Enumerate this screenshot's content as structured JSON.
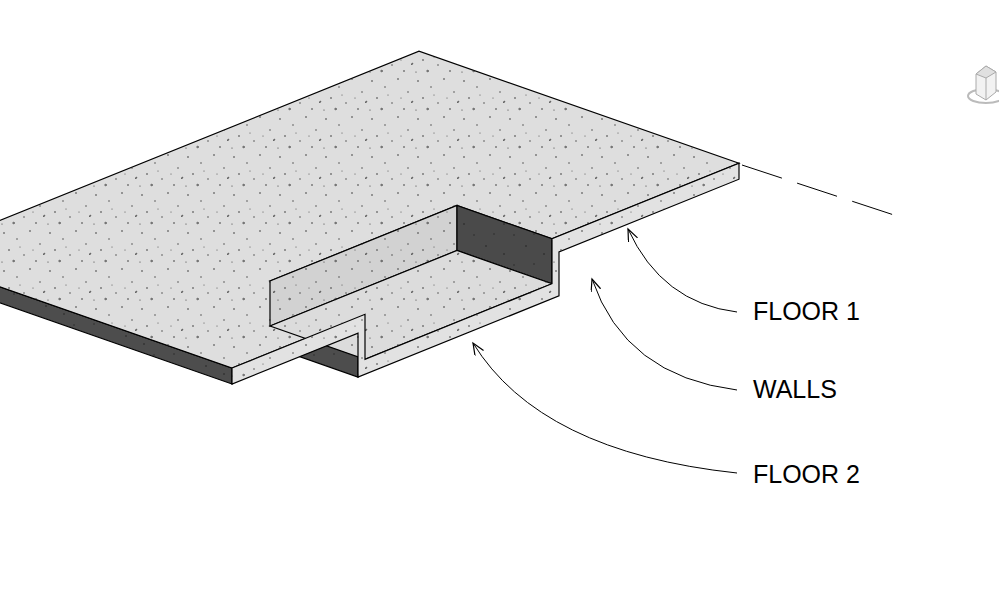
{
  "diagram": {
    "labels": [
      "FLOOR 1",
      "WALLS",
      "FLOOR 2"
    ]
  }
}
